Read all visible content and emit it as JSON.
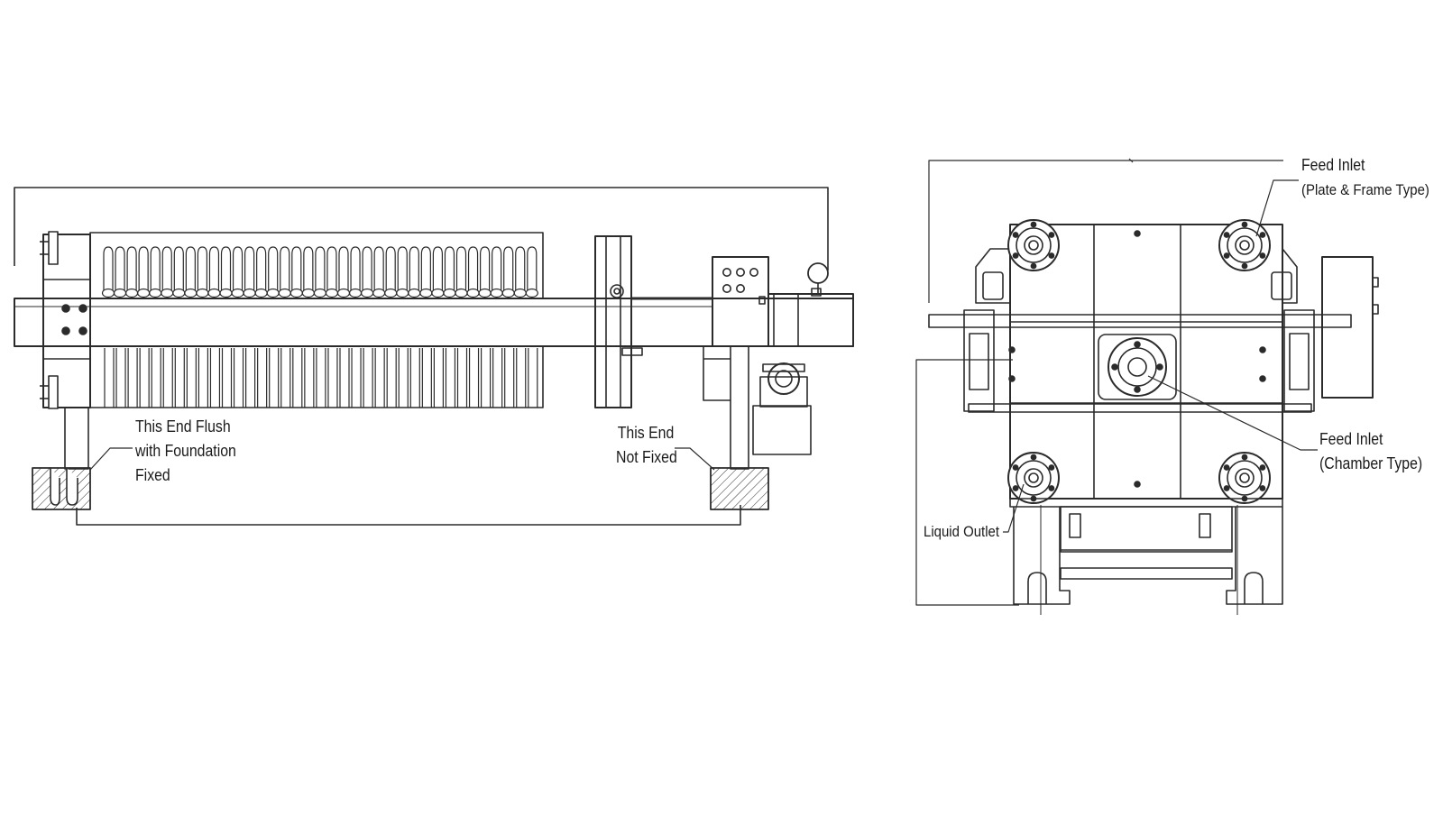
{
  "side_view": {
    "fixed_end_label": [
      "This End Flush",
      "with Foundation",
      "Fixed"
    ],
    "free_end_label": [
      "This End",
      "Not Fixed"
    ]
  },
  "end_view": {
    "feed_inlet_plate_frame": [
      "Feed Inlet",
      "(Plate & Frame Type)"
    ],
    "feed_inlet_chamber": [
      "Feed Inlet",
      "(Chamber Type)"
    ],
    "liquid_outlet": "Liquid Outlet"
  },
  "colors": {
    "line": "#2b2b2b",
    "background": "#ffffff"
  }
}
